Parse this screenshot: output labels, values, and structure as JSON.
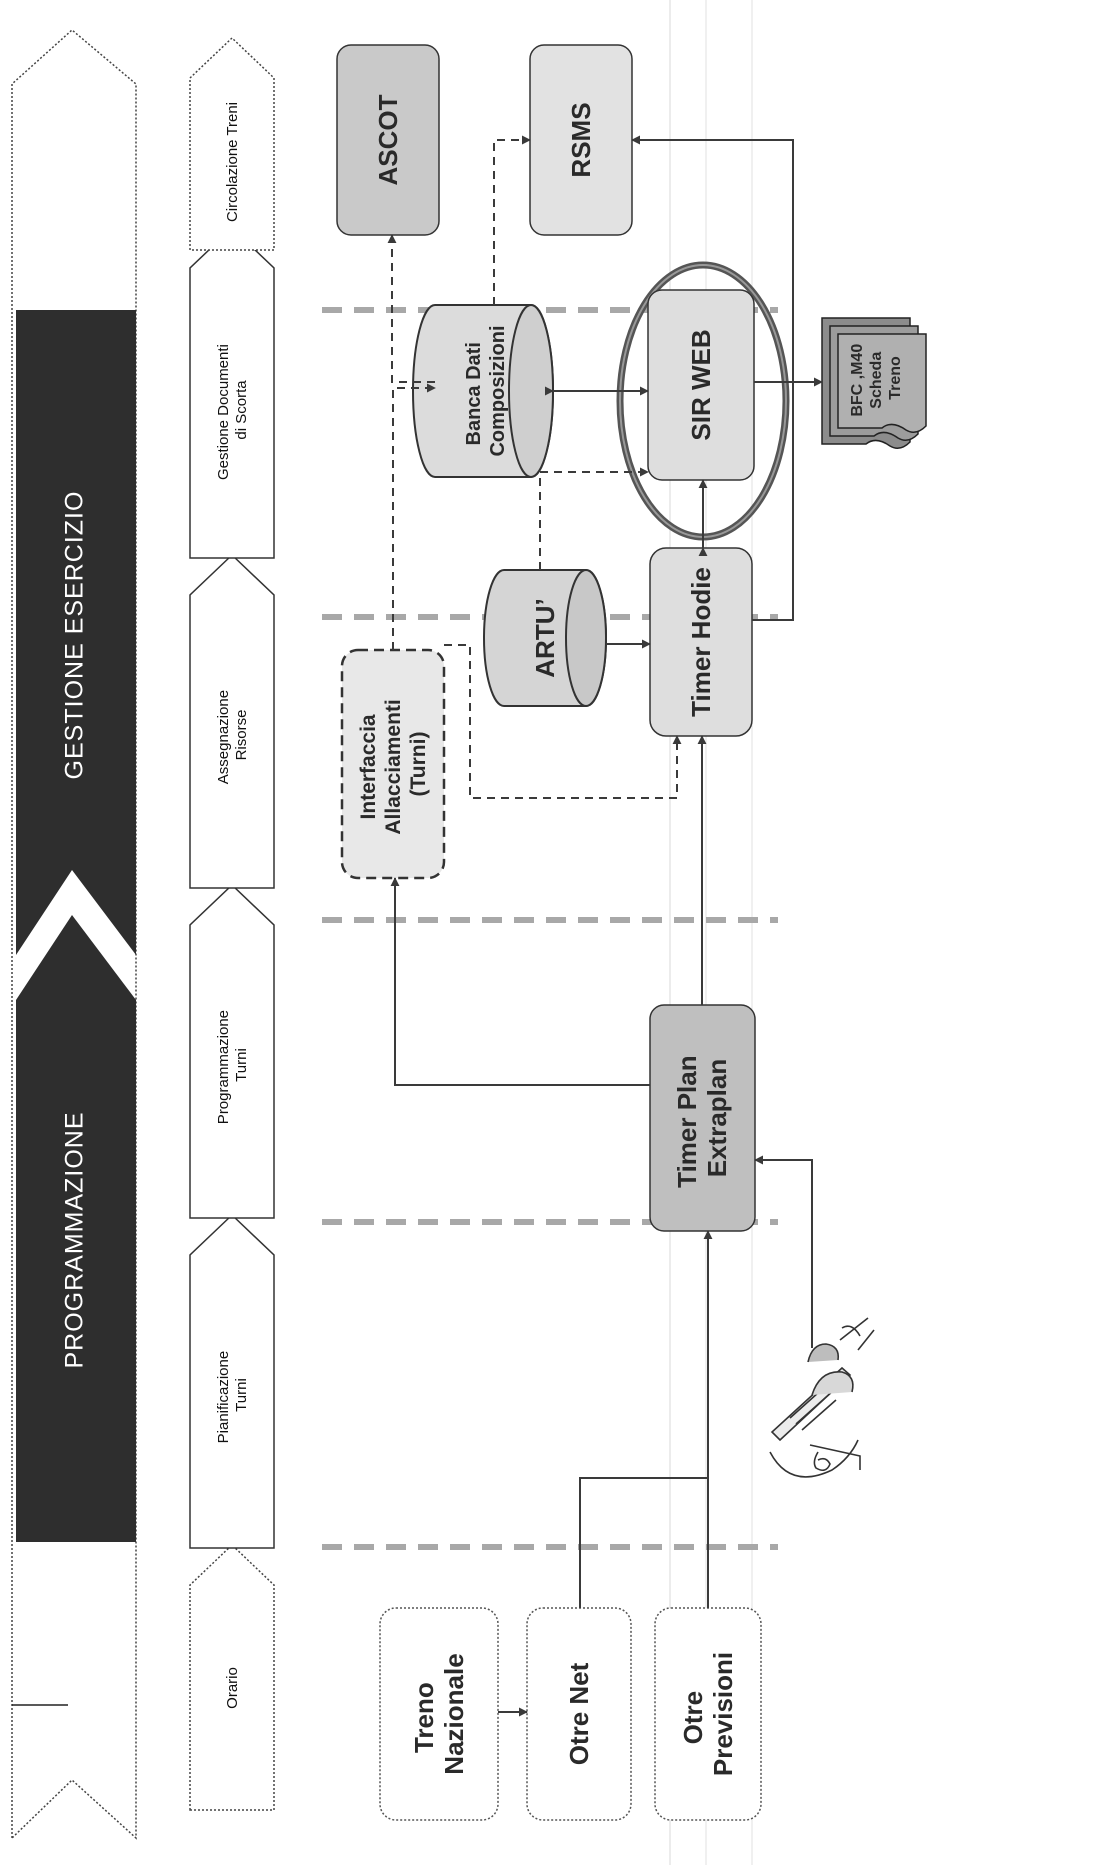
{
  "bands": {
    "programmazione": "PROGRAMMAZIONE",
    "gestione": "GESTIONE ESERCIZIO"
  },
  "phases": [
    [
      "Orario"
    ],
    [
      "Pianificazione",
      "Turni"
    ],
    [
      "Programmazione",
      "Turni"
    ],
    [
      "Assegnazione",
      "Risorse"
    ],
    [
      "Gestione Documenti",
      "di Scorta"
    ],
    [
      "Circolazione Treni"
    ]
  ],
  "systems": {
    "treno_nazionale": [
      "Treno",
      "Nazionale"
    ],
    "otre_net": [
      "Otre Net"
    ],
    "otre_previsioni": [
      "Otre",
      "Previsioni"
    ],
    "timer_plan": [
      "Timer Plan",
      "Extraplan"
    ],
    "interfaccia": [
      "Interfaccia",
      "Allacciamenti",
      "(Turni)"
    ],
    "artu": [
      "ARTU’"
    ],
    "timer_hodie": [
      "Timer Hodie"
    ],
    "banca_dati": [
      "Banca Dati",
      "Composizioni"
    ],
    "sir_web": [
      "SIR WEB"
    ],
    "ascot": [
      "ASCOT"
    ],
    "rsms": [
      "RSMS"
    ],
    "documents": [
      "BFC ,M40",
      "Scheda",
      "Treno"
    ]
  },
  "colors": {
    "band_dark": "#2e2e2e",
    "box_dark": "#bfbfbf",
    "box_light": "#dedede",
    "box_lighter": "#e8e8e8",
    "line": "#3a3a3a",
    "separator": "#a8a8a8"
  }
}
